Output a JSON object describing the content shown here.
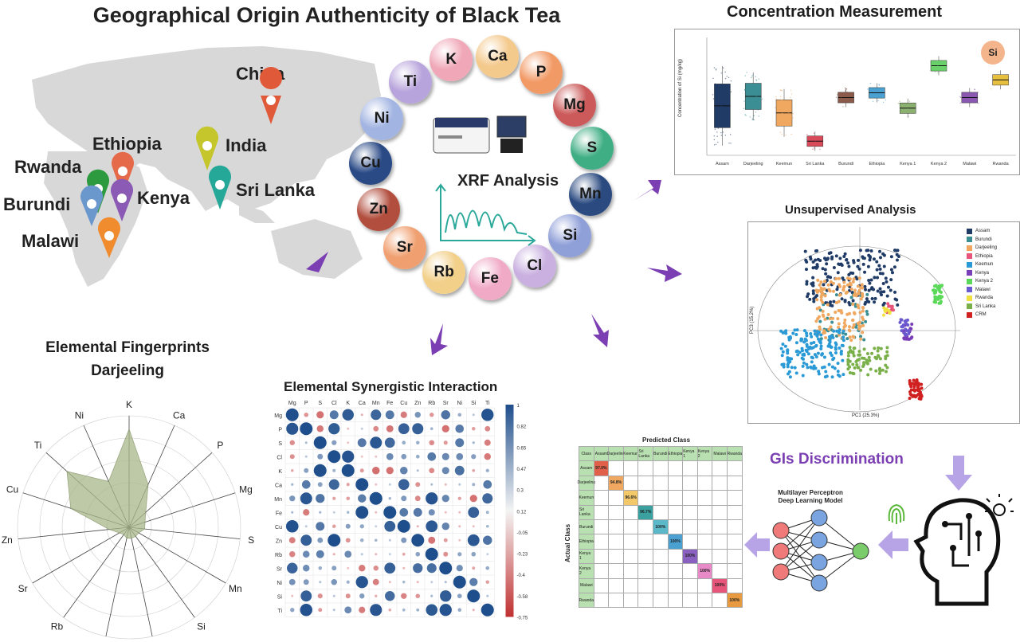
{
  "title": "Geographical Origin Authenticity of Black Tea",
  "colors": {
    "arrow": "#7b3fb3",
    "map": "#d8d8d8",
    "radar_fill": "#a9b78a",
    "heat_pos": "#1f4e8c",
    "heat_neg": "#c03030"
  },
  "map": {
    "countries": [
      {
        "name": "China",
        "color": "#e05a3a"
      },
      {
        "name": "India",
        "color": "#c4c62c"
      },
      {
        "name": "Sri Lanka",
        "color": "#25a898"
      },
      {
        "name": "Ethiopia",
        "color": "#e56a4a"
      },
      {
        "name": "Rwanda",
        "color": "#2e9a3f"
      },
      {
        "name": "Kenya",
        "color": "#333333"
      },
      {
        "name": "Burundi",
        "color": "#6b98cc"
      },
      {
        "name": "Malawi",
        "color": "#f08c2e"
      }
    ]
  },
  "xrf": {
    "label": "XRF Analysis",
    "elements": [
      {
        "symbol": "K",
        "color": "#f0a8b8"
      },
      {
        "symbol": "Ca",
        "color": "#f4c98c"
      },
      {
        "symbol": "P",
        "color": "#f29a66"
      },
      {
        "symbol": "Mg",
        "color": "#cc5a5a"
      },
      {
        "symbol": "S",
        "color": "#3fae84"
      },
      {
        "symbol": "Mn",
        "color": "#2a4a80"
      },
      {
        "symbol": "Si",
        "color": "#8f9fd8"
      },
      {
        "symbol": "Cl",
        "color": "#c9b0e0"
      },
      {
        "symbol": "Fe",
        "color": "#f0aac6"
      },
      {
        "symbol": "Rb",
        "color": "#f2d08a"
      },
      {
        "symbol": "Sr",
        "color": "#f0a070"
      },
      {
        "symbol": "Zn",
        "color": "#b24e3e"
      },
      {
        "symbol": "Cu",
        "color": "#2a4a86"
      },
      {
        "symbol": "Ni",
        "color": "#a2b4e2"
      },
      {
        "symbol": "Ti",
        "color": "#b8a4dc"
      }
    ]
  },
  "concentration": {
    "title": "Concentration Measurement",
    "ylabel": "Concentration of Si (mg/kg)",
    "badge": "Si",
    "chart_data": {
      "type": "box",
      "categories": [
        "Assam",
        "Darjeeling",
        "Keemun",
        "Sri Lanka",
        "Burundi",
        "Ethiopia",
        "Kenya 1",
        "Kenya 2",
        "Malawi",
        "Rwanda"
      ],
      "box_colors": [
        "#1f3b66",
        "#3a8e94",
        "#f0a860",
        "#d94a5a",
        "#8a5a4a",
        "#4aa0d0",
        "#8bb070",
        "#6ad06a",
        "#8a58b0",
        "#e8c040"
      ],
      "medians": [
        0.42,
        0.5,
        0.36,
        0.12,
        0.49,
        0.53,
        0.4,
        0.76,
        0.49,
        0.64
      ]
    }
  },
  "unsupervised": {
    "title": "Unsupervised Analysis",
    "xlabel": "PC1 (25.3%)",
    "ylabel": "PC3 (15.2%)",
    "legend": [
      {
        "name": "Assam",
        "color": "#1f3b66"
      },
      {
        "name": "Burundi",
        "color": "#3a8e94"
      },
      {
        "name": "Darjeeling",
        "color": "#f0a860"
      },
      {
        "name": "Ethiopia",
        "color": "#e8557a"
      },
      {
        "name": "Keemun",
        "color": "#2a9ad6"
      },
      {
        "name": "Kenya",
        "color": "#7a3fb8"
      },
      {
        "name": "Kenya 2",
        "color": "#5ad858"
      },
      {
        "name": "Malawi",
        "color": "#6a5ad0"
      },
      {
        "name": "Rwanda",
        "color": "#f0e040"
      },
      {
        "name": "Sri Lanka",
        "color": "#7ab04a"
      },
      {
        "name": "CRM",
        "color": "#d02020"
      }
    ]
  },
  "fingerprints": {
    "title_line1": "Elemental Fingerprints",
    "title_line2": "Darjeeling",
    "axes": [
      "K",
      "Ca",
      "P",
      "Mg",
      "S",
      "Mn",
      "Si",
      "Cl",
      "Fe",
      "Rb",
      "Sr",
      "Zn",
      "Cu",
      "Ti",
      "Ni"
    ],
    "values": [
      0.88,
      0.42,
      0.2,
      0.15,
      0.14,
      0.1,
      0.1,
      0.1,
      0.1,
      0.08,
      0.1,
      0.18,
      0.55,
      0.75,
      0.45
    ]
  },
  "synergy": {
    "title": "Elemental Synergistic Interaction",
    "elements": [
      "Mg",
      "P",
      "S",
      "Cl",
      "K",
      "Ca",
      "Mn",
      "Fe",
      "Cu",
      "Zn",
      "Rb",
      "Sr",
      "Ni",
      "Si",
      "Ti"
    ],
    "scale_ticks": [
      "1",
      "0.82",
      "0.65",
      "0.47",
      "0.3",
      "0.12",
      "-0.05",
      "-0.23",
      "-0.4",
      "-0.58",
      "-0.75"
    ]
  },
  "discrimination": {
    "title": "GIs Discrimination",
    "model_label_1": "Multilayer Perceptron",
    "model_label_2": "Deep Learning Model",
    "matrix_title": "Predicted Class",
    "actual_label": "Actual Class",
    "classes": [
      "Assam",
      "Darjeeling",
      "Keemun",
      "Sri Lanka",
      "Burundi",
      "Ethiopia",
      "Kenya 1",
      "Kenya 2",
      "Malawi",
      "Rwanda"
    ],
    "accuracy": [
      "97.0%",
      "94.8%",
      "96.6%",
      "96.7%",
      "100%",
      "100%",
      "100%",
      "100%",
      "100%",
      "100%"
    ],
    "diag_colors": [
      "#e0604a",
      "#f0a860",
      "#f2c86a",
      "#3aa0a0",
      "#5ab8c8",
      "#4aa0d0",
      "#8a60c0",
      "#e88ac8",
      "#e8557a",
      "#e89a40"
    ]
  }
}
